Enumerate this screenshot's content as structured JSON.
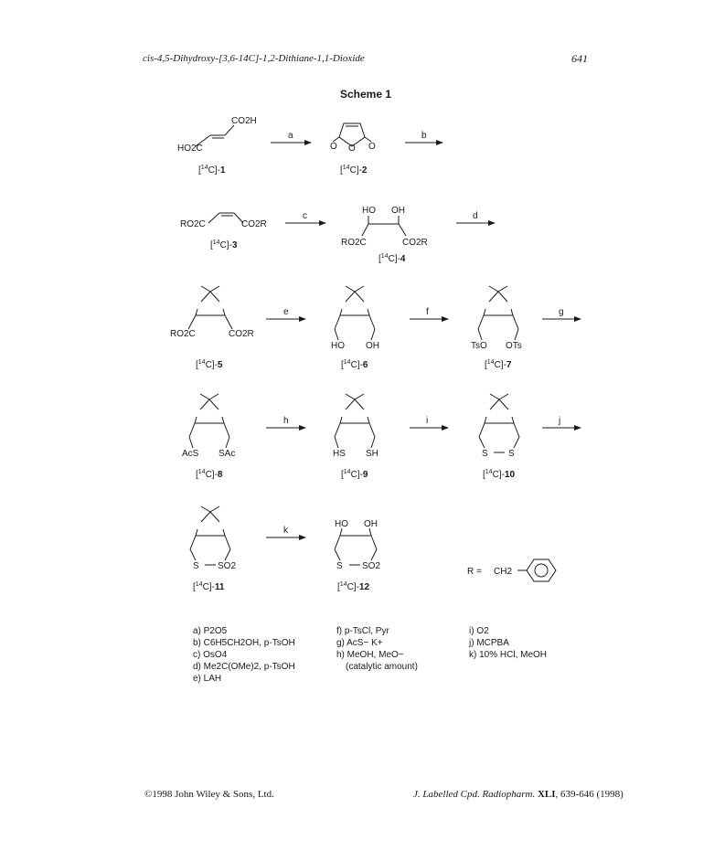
{
  "header": {
    "title": "cis-4,5-Dihydroxy-[3,6-14C]-1,2-Dithiane-1,1-Dioxide",
    "page_number": "641"
  },
  "scheme_title": "Scheme 1",
  "compounds": [
    {
      "id": "c1",
      "label": "[14C]-1",
      "prefix": "[",
      "iso": "14",
      "mid": "C]-",
      "num": "1"
    },
    {
      "id": "c2",
      "label": "[14C]-2",
      "prefix": "[",
      "iso": "14",
      "mid": "C]-",
      "num": "2"
    },
    {
      "id": "c3",
      "label": "[14C]-3",
      "prefix": "[",
      "iso": "14",
      "mid": "C]-",
      "num": "3"
    },
    {
      "id": "c4",
      "label": "[14C]-4",
      "prefix": "[",
      "iso": "14",
      "mid": "C]-",
      "num": "4"
    },
    {
      "id": "c5",
      "label": "[14C]-5",
      "prefix": "[",
      "iso": "14",
      "mid": "C]-",
      "num": "5"
    },
    {
      "id": "c6",
      "label": "[14C]-6",
      "prefix": "[",
      "iso": "14",
      "mid": "C]-",
      "num": "6"
    },
    {
      "id": "c7",
      "label": "[14C]-7",
      "prefix": "[",
      "iso": "14",
      "mid": "C]-",
      "num": "7"
    },
    {
      "id": "c8",
      "label": "[14C]-8",
      "prefix": "[",
      "iso": "14",
      "mid": "C]-",
      "num": "8"
    },
    {
      "id": "c9",
      "label": "[14C]-9",
      "prefix": "[",
      "iso": "14",
      "mid": "C]-",
      "num": "9"
    },
    {
      "id": "c10",
      "label": "[14C]-10",
      "prefix": "[",
      "iso": "14",
      "mid": "C]-",
      "num": "10"
    },
    {
      "id": "c11",
      "label": "[14C]-11",
      "prefix": "[",
      "iso": "14",
      "mid": "C]-",
      "num": "11"
    },
    {
      "id": "c12",
      "label": "[14C]-12",
      "prefix": "[",
      "iso": "14",
      "mid": "C]-",
      "num": "12"
    }
  ],
  "arrows": [
    "a",
    "b",
    "c",
    "d",
    "e",
    "f",
    "g",
    "h",
    "i",
    "j",
    "k"
  ],
  "groups": {
    "co2h": "CO2H",
    "ho2c": "HO2C",
    "ro2c": "RO2C",
    "co2r": "CO2R",
    "ho": "HO",
    "oh": "OH",
    "tso": "TsO",
    "ots": "OTs",
    "acs": "AcS",
    "sac": "SAc",
    "hs": "HS",
    "sh": "SH",
    "s": "S",
    "so2": "SO2",
    "o": "O"
  },
  "r_definition": {
    "lhs": "R =",
    "group": "CH2"
  },
  "conditions": {
    "col1": [
      "a) P2O5",
      "b) C6H5CH2OH, p-TsOH",
      "c) OsO4",
      "d) Me2C(OMe)2, p-TsOH",
      "e) LAH"
    ],
    "col2": [
      "f) p-TsCl, Pyr",
      "g) AcS− K+",
      "h) MeOH, MeO−",
      "(catalytic amount)"
    ],
    "col3": [
      "i) O2",
      "j) MCPBA",
      "k) 10% HCl, MeOH"
    ]
  },
  "footer": {
    "copyright": "©1998 John Wiley & Sons, Ltd.",
    "journal": "J. Labelled Cpd. Radiopharm.",
    "volume": "XLI",
    "pages": ", 639-646 (1998)"
  }
}
